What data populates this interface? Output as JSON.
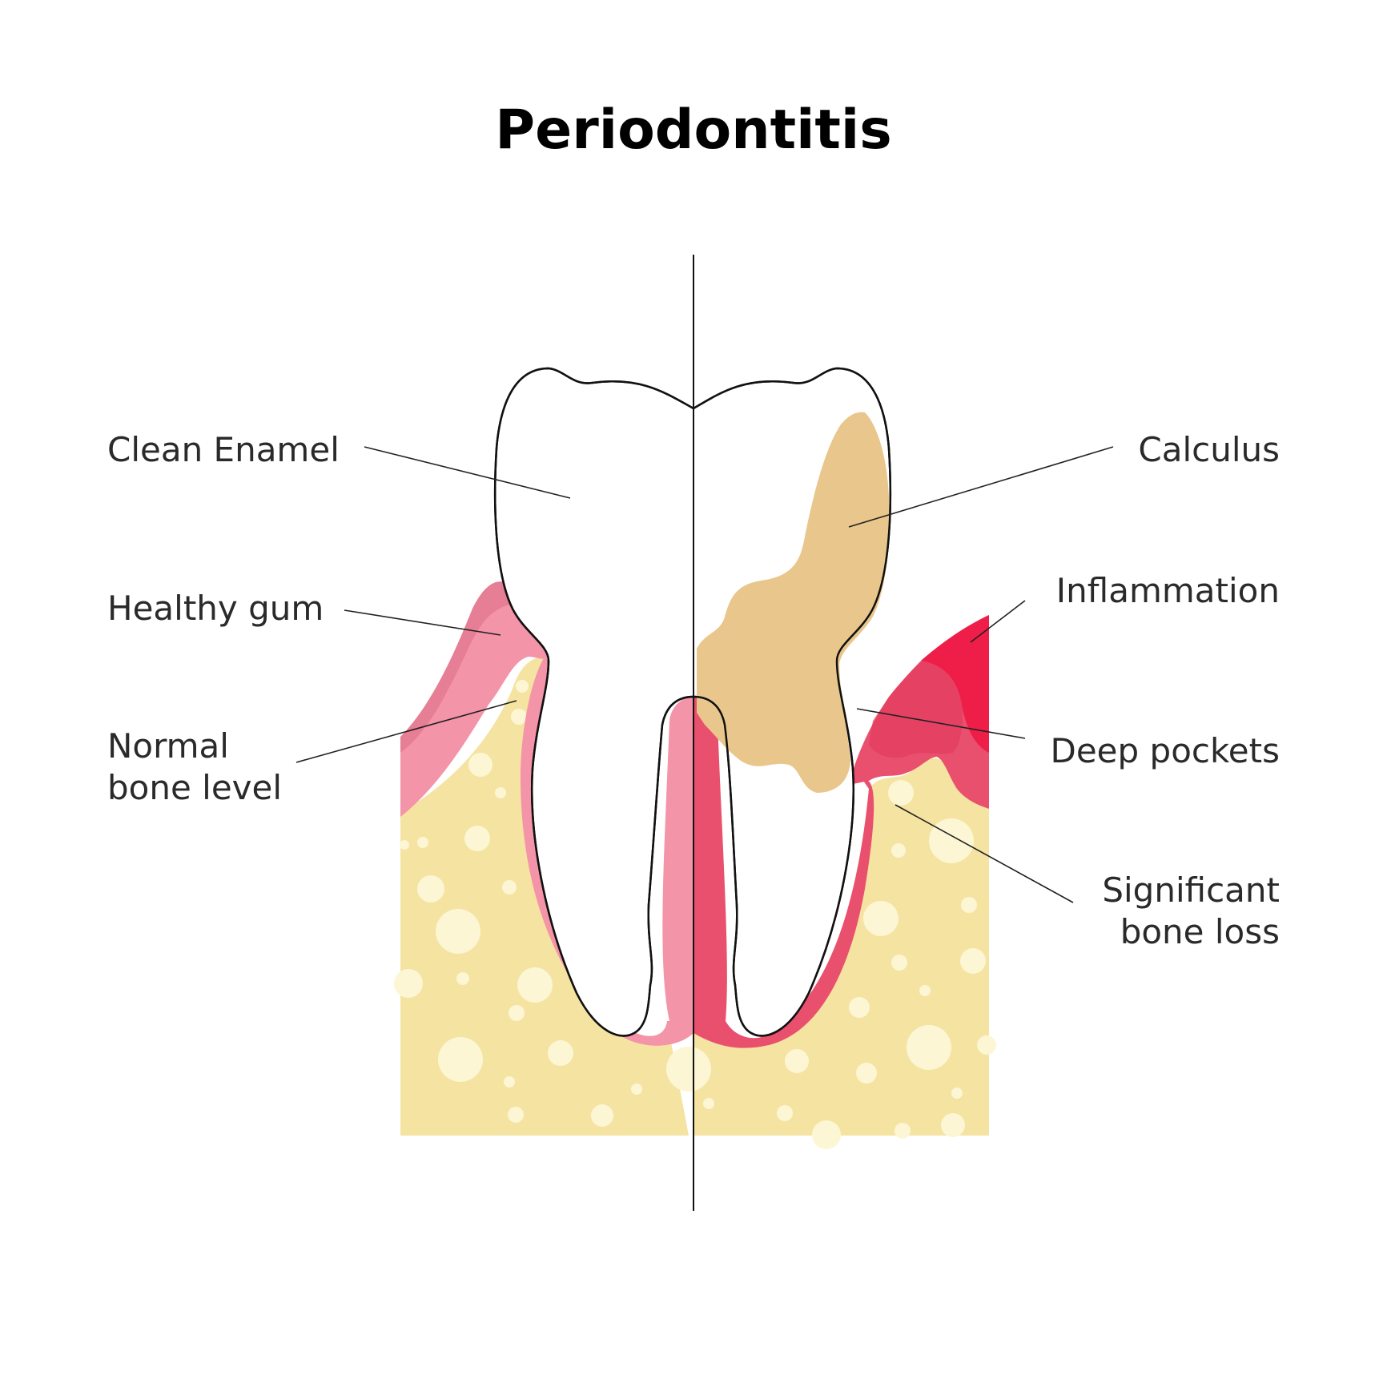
{
  "title": "Periodontitis",
  "labels": {
    "clean_enamel": "Clean Enamel",
    "healthy_gum": "Healthy gum",
    "normal_bone_level": [
      "Normal",
      "bone level"
    ],
    "calculus": "Calculus",
    "inflammation": "Inflammation",
    "deep_pockets": "Deep pockets",
    "significant_bone_loss": [
      "Significant",
      "bone loss"
    ]
  },
  "colors": {
    "bone": "#f5e3a2",
    "bone_spots": "#fdf6d4",
    "healthy_gum": "#f494a8",
    "healthy_gum_dark": "#e67e95",
    "inflamed_gum": "#e9506e",
    "inflamed_gum_bright": "#ee1e48",
    "calculus": "#e9c68c",
    "enamel": "#ffffff",
    "outline": "#111111"
  }
}
